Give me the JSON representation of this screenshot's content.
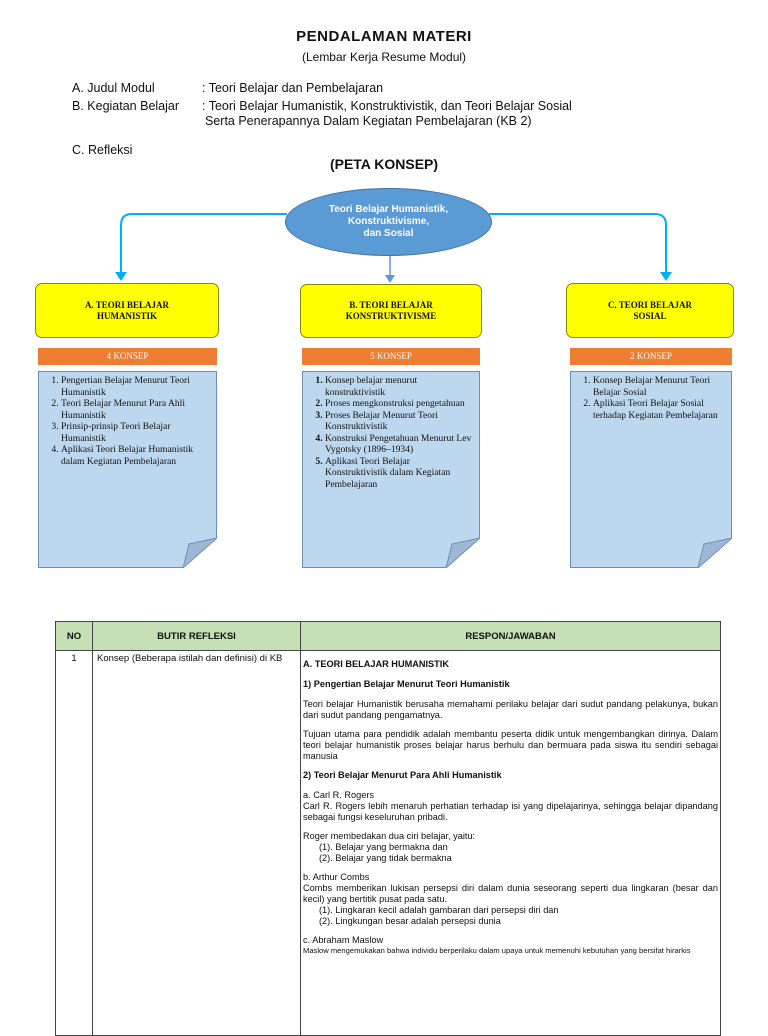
{
  "header": {
    "title": "PENDALAMAN MATERI",
    "subtitle": "(Lembar Kerja Resume Modul)"
  },
  "info": {
    "a_label": "A.  Judul Modul",
    "a_value": ": Teori Belajar dan Pembelajaran",
    "b_label": "B.  Kegiatan Belajar",
    "b_value_1": ": Teori Belajar Humanistik, Konstruktivistik, dan Teori Belajar Sosial",
    "b_value_2": "Serta Penerapannya Dalam Kegiatan Pembelajaran (KB 2)",
    "c_label": "C.  Refleksi"
  },
  "concept_map": {
    "heading": "(PETA KONSEP)",
    "root_line1": "Teori Belajar Humanistik,",
    "root_line2": "Konstruktivisme,",
    "root_line3": "dan Sosial",
    "colors": {
      "root": "#5b9bd5",
      "connector": "#00b0f0",
      "box": "#ffff00",
      "bar": "#ed7d31",
      "note": "#bdd7ee"
    },
    "branches": [
      {
        "title_line1": "A. TEORI BELAJAR",
        "title_line2": "HUMANISTIK",
        "count": "4 KONSEP",
        "items": [
          "Pengertian Belajar Menurut Teori Humanistik",
          "Teori Belajar Menurut Para Ahli Humanistik",
          "Prinsip-prinsip Teori Belajar Humanistik",
          "Aplikasi Teori Belajar Humanistik dalam Kegiatan Pembelajaran"
        ]
      },
      {
        "title_line1": "B. TEORI BELAJAR",
        "title_line2": "KONSTRUKTIVISME",
        "count": "5 KONSEP",
        "items": [
          "Konsep belajar menurut konstruktivistik",
          "Proses mengkonstruksi pengetahuan",
          "Proses Belajar Menurut Teori Konstruktivistik",
          "Konstruksi Pengetahuan Menurut Lev Vygotsky (1896–1934)",
          "Aplikasi Teori Belajar Konstruktivistik dalam Kegiatan Pembelajaran"
        ]
      },
      {
        "title_line1": "C. TEORI BELAJAR",
        "title_line2": "SOSIAL",
        "count": "2 KONSEP",
        "items": [
          "Konsep Belajar Menurut Teori Belajar Sosial",
          "Aplikasi Teori Belajar Sosial terhadap Kegiatan Pembelajaran"
        ]
      }
    ]
  },
  "table": {
    "headers": [
      "NO",
      "BUTIR REFLEKSI",
      "RESPON/JAWABAN"
    ],
    "row_no": "1",
    "row_item": "Konsep (Beberapa istilah dan definisi) di KB",
    "response": {
      "heading_a": "A. TEORI BELAJAR HUMANISTIK",
      "sub_1": "1) Pengertian Belajar Menurut Teori Humanistik",
      "p1": "Teori belajar Humanistik berusaha memahami perilaku belajar dari sudut pandang pelakunya, bukan dari sudut pandang pengamatnya.",
      "p2": "Tujuan utama para pendidik adalah membantu peserta didik untuk mengembangkan dirinya. Dalam teori belajar humanistik proses belajar harus berhulu dan bermuara pada siswa itu sendiri sebagai manusia",
      "sub_2": "2) Teori Belajar Menurut Para Ahli Humanistik",
      "rogers_name": "a. Carl R. Rogers",
      "rogers_text": "Carl R. Rogers lebih menaruh perhatian terhadap isi yang dipelajarinya, sehingga belajar dipandang sebagai fungsi keseluruhan pribadi.",
      "rogers_intro": "Roger membedakan dua ciri belajar, yaitu:",
      "rogers_1": "(1). Belajar yang bermakna dan",
      "rogers_2": "(2). Belajar yang tidak bermakna",
      "combs_name": "b. Arthur Combs",
      "combs_text": "Combs memberikan lukisan persepsi diri dalam dunia seseorang seperti dua lingkaran (besar dan kecil) yang bertitik pusat pada satu.",
      "combs_1": "(1). Lingkaran kecil adalah gambaran dari persepsi diri dan",
      "combs_2": "(2). Lingkungan besar adalah persepsi dunia",
      "maslow_name": "c. Abraham Maslow",
      "maslow_text": "Maslow mengemukakan bahwa individu berperilaku dalam upaya  untuk memenuhi kebutuhan yang bersifat hirarkis"
    }
  }
}
